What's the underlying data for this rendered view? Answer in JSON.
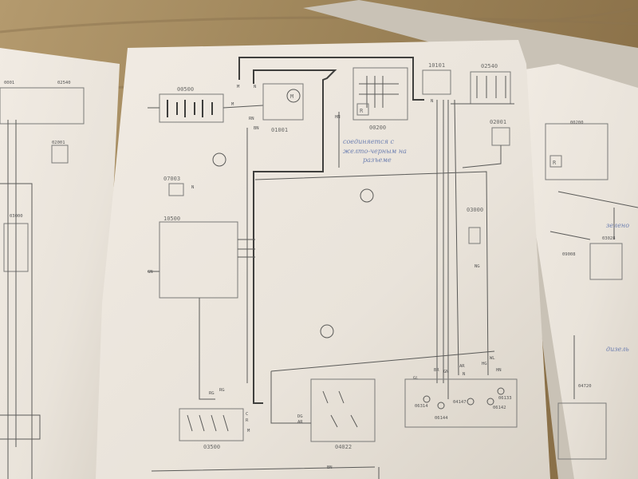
{
  "main_sheet": {
    "components": {
      "battery": "00500",
      "starter": "01001",
      "alternator": "00200",
      "fuse_box": "10101",
      "fuses": "02540",
      "relay": "02001",
      "sensor": "07003",
      "instrument": "10500",
      "switch_right": "03000",
      "switch_left": "03500",
      "switch_center": "04022"
    },
    "handwritten_note": [
      "соединяется с",
      "желто-черным на",
      "разъеме"
    ],
    "wire_labels": [
      "M",
      "M",
      "N",
      "RN",
      "BN",
      "HN",
      "N",
      "GN",
      "RG",
      "RG",
      "C",
      "R",
      "M",
      "GL",
      "BR",
      "GN",
      "AR",
      "N",
      "HG",
      "WL",
      "HN",
      "BN",
      "DG",
      "AR",
      "NG",
      "N"
    ],
    "lamp_labels": [
      "06314",
      "06144",
      "04147",
      "06142",
      "06133"
    ],
    "alternator_mark": "R",
    "motor_mark": "M"
  },
  "left_sheet": {
    "components": [
      "0001",
      "02540",
      "02001",
      "03000"
    ]
  },
  "right_sheet": {
    "components": [
      "00200",
      "03028",
      "09008",
      "04720"
    ],
    "alternator_mark": "R",
    "handwritten_notes": [
      "зелено",
      "дизель"
    ]
  }
}
